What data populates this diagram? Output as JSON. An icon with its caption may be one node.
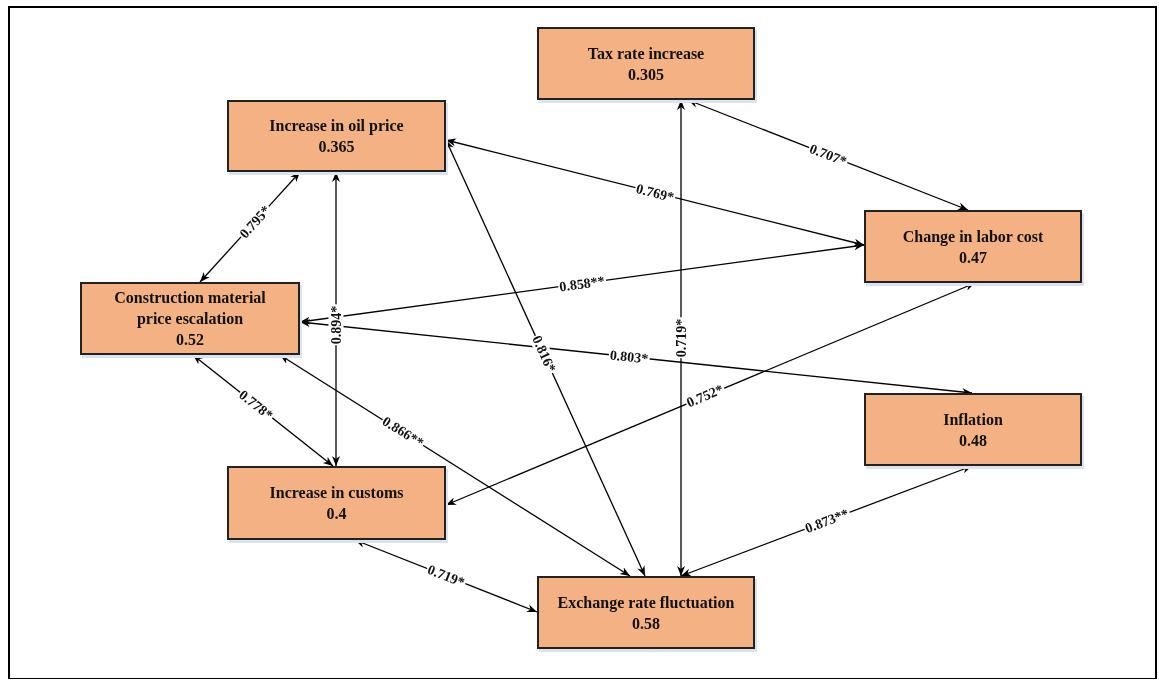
{
  "diagram": {
    "nodes": [
      {
        "text": [
          "Tax rate increase",
          "0.305"
        ]
      },
      {
        "text": [
          "Increase in oil price",
          "0.365"
        ]
      },
      {
        "text": [
          "Change in labor cost",
          "0.47"
        ]
      },
      {
        "text": [
          "Construction material price escalation",
          "0.52"
        ]
      },
      {
        "text": [
          "Inflation",
          "0.48"
        ]
      },
      {
        "text": [
          "Increase in customs",
          "0.4"
        ]
      },
      {
        "text": [
          "Exchange rate fluctuation",
          "0.58"
        ]
      }
    ],
    "edges": [
      {
        "from": 1,
        "to": 3,
        "arrow": "both",
        "label": "0.795*"
      },
      {
        "from": 1,
        "to": 5,
        "arrow": "both",
        "label": "0.894*"
      },
      {
        "from": 1,
        "to": 2,
        "arrow": "both",
        "label": "0.769*"
      },
      {
        "from": 0,
        "to": 2,
        "arrow": "both",
        "label": "0.707*"
      },
      {
        "from": 2,
        "to": 3,
        "arrow": "both",
        "label": "0.858**"
      },
      {
        "from": 3,
        "to": 4,
        "arrow": "both",
        "label": "0.803*"
      },
      {
        "from": 1,
        "to": 6,
        "arrow": "both",
        "label": "0.816*"
      },
      {
        "from": 0,
        "to": 6,
        "arrow": "both",
        "label": "0.719*"
      },
      {
        "from": 2,
        "to": 5,
        "arrow": "both",
        "label": "0.752*"
      },
      {
        "from": 3,
        "to": 5,
        "arrow": "both",
        "label": "0.778*"
      },
      {
        "from": 3,
        "to": 6,
        "arrow": "both",
        "label": "0.866**"
      },
      {
        "from": 5,
        "to": 6,
        "arrow": "both",
        "label": "0.719*"
      },
      {
        "from": 6,
        "to": 4,
        "arrow": "both",
        "label": "0.873**"
      }
    ]
  }
}
